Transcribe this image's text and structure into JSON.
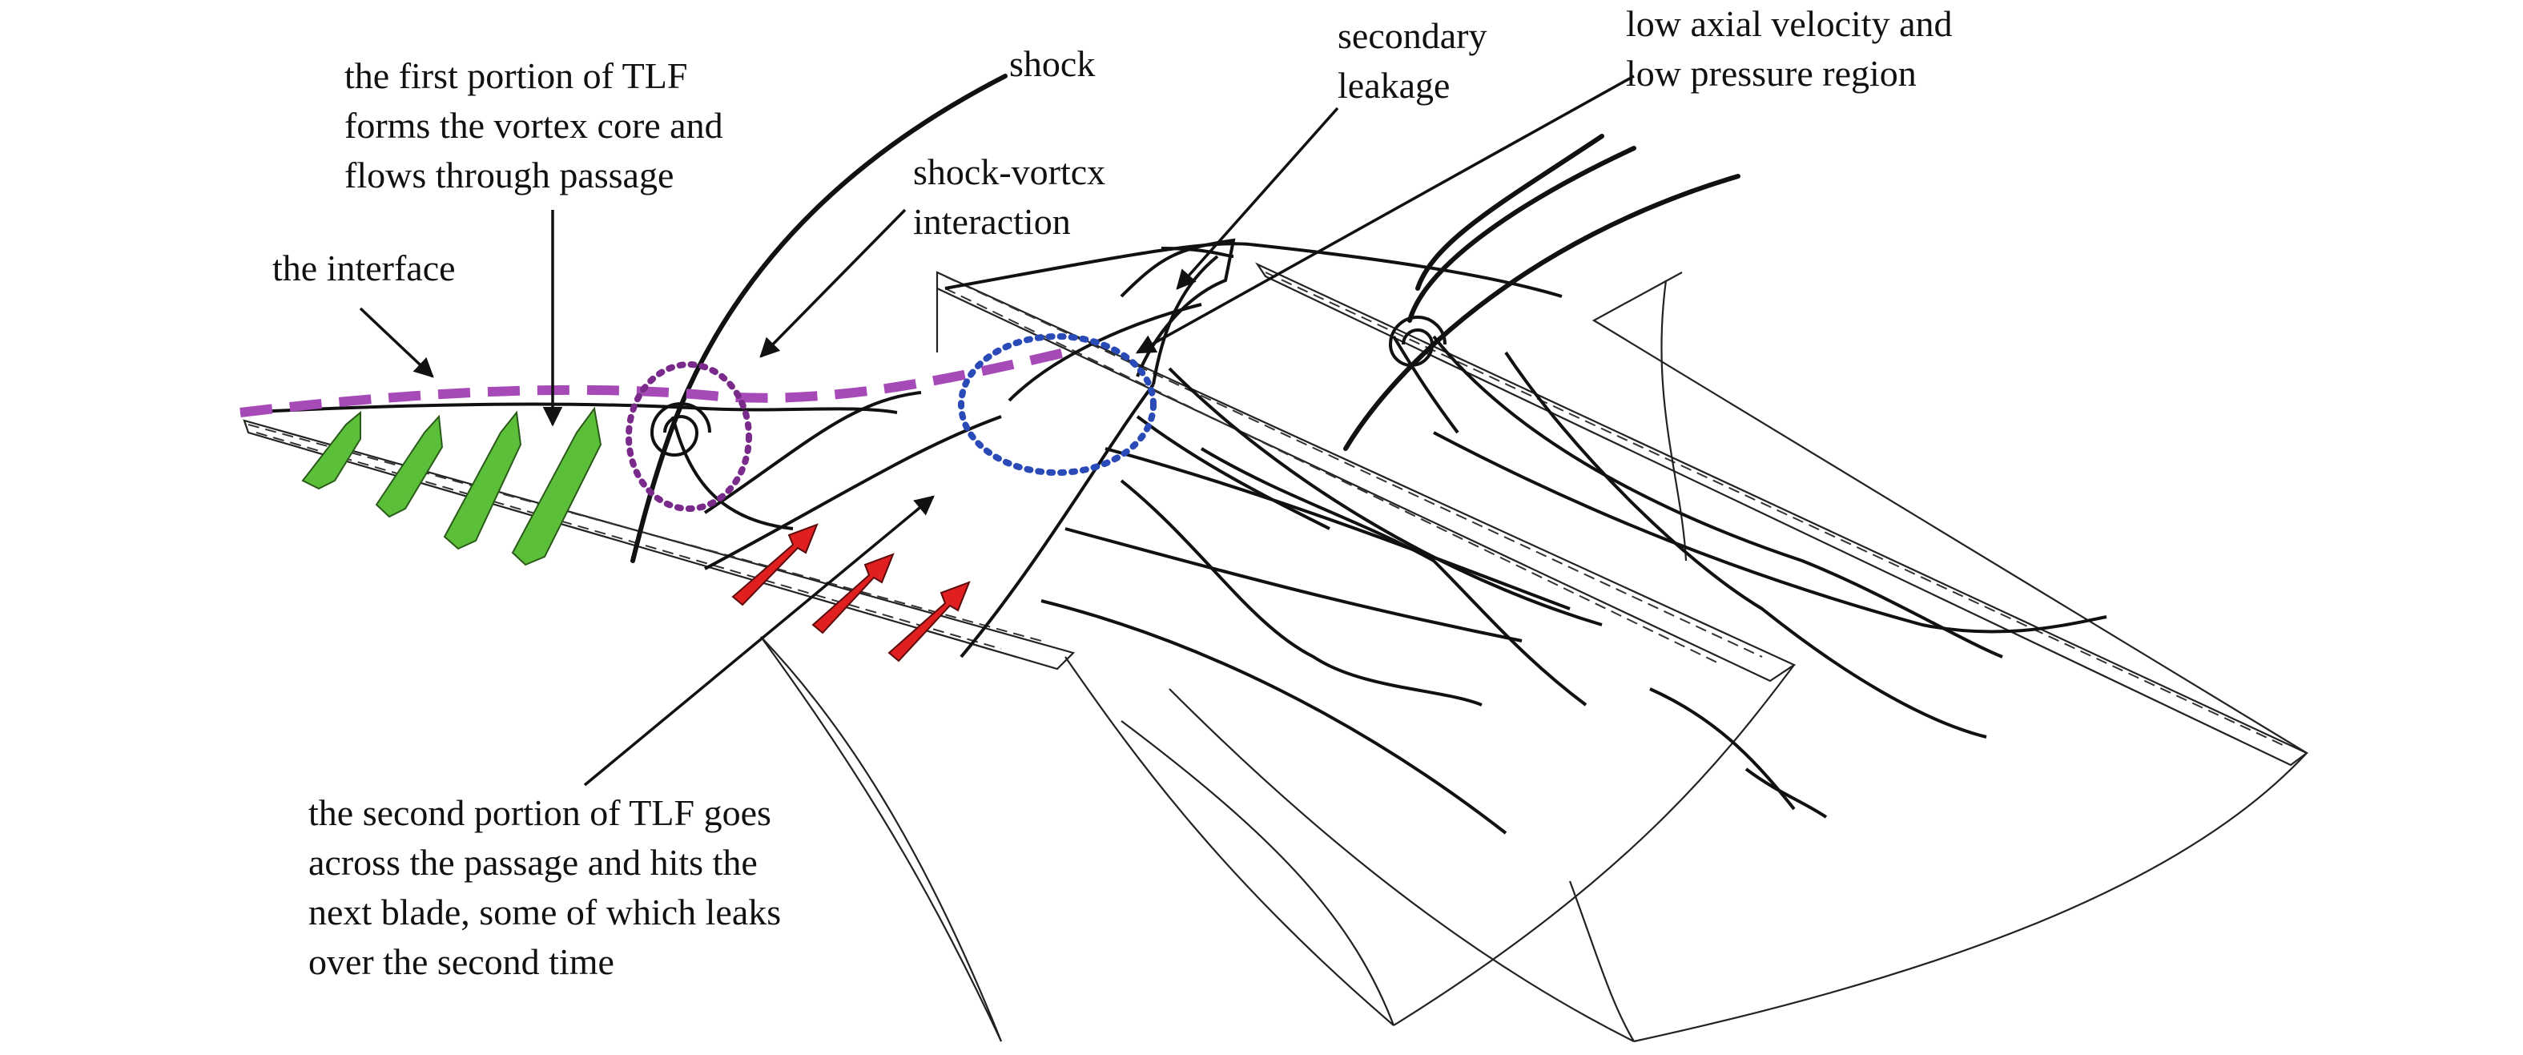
{
  "figure": {
    "description": "Schematic of tip leakage flow (TLF) structure in a transonic compressor rotor passage",
    "labels": {
      "interface": "the interface",
      "first_portion": [
        "the first portion of TLF",
        "forms the vortex core and",
        "flows through passage"
      ],
      "shock": "shock",
      "shock_vortex": [
        "shock-vortcx",
        "interaction"
      ],
      "secondary_leakage": [
        "secondary",
        "leakage"
      ],
      "low_axial": [
        "low axial velocity and",
        "low pressure region"
      ],
      "second_portion": [
        "the second portion of TLF goes",
        "across the passage and hits the",
        "next blade, some of which leaks",
        "over the second time"
      ]
    },
    "colors": {
      "interface_line": "#a64ab8",
      "green_arrows": "#5cbf3a",
      "red_arrows": "#e02020",
      "purple_circle": "#7a2a8a",
      "blue_circle": "#2a4ab8",
      "ink": "#111111"
    },
    "arrow_groups": {
      "green_count": 4,
      "red_count": 3
    }
  }
}
